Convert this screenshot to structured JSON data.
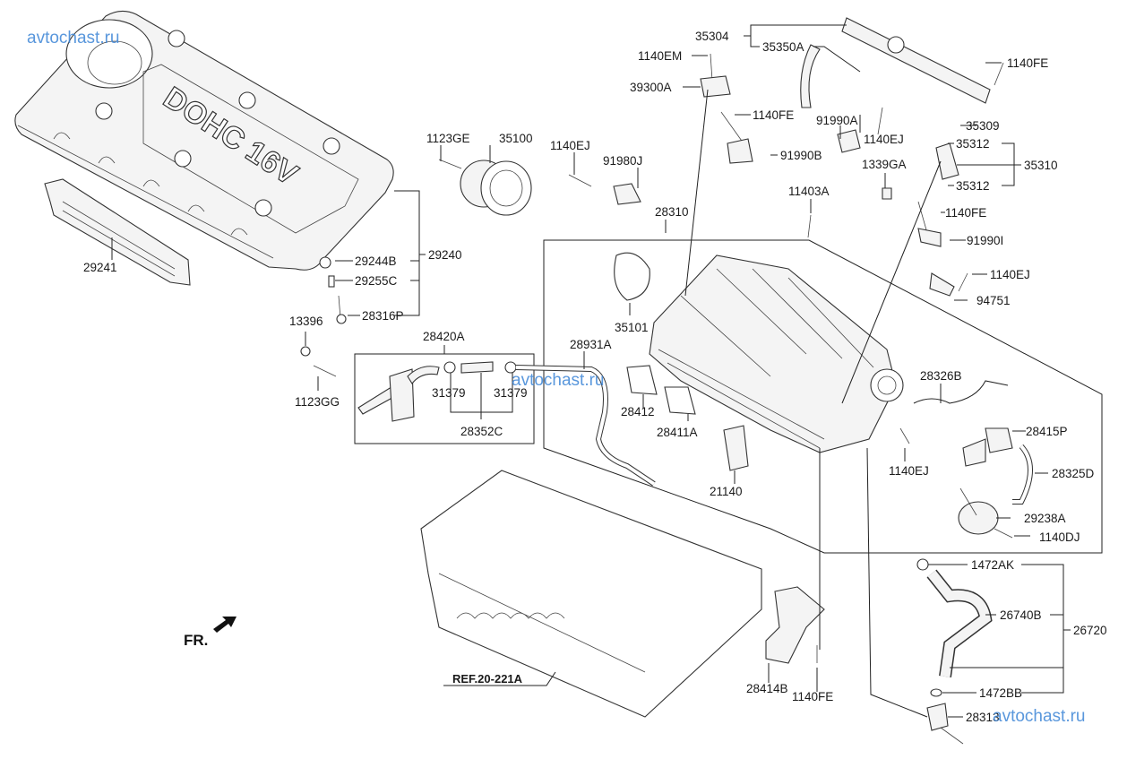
{
  "watermark": "avtochast.ru",
  "cover_text": "DOHC 16V",
  "direction_label": "FR.",
  "reference_label": "REF.20-221A",
  "parts": {
    "p29241": "29241",
    "p29240": "29240",
    "p29244B": "29244B",
    "p29255C": "29255C",
    "p28316P": "28316P",
    "p13396": "13396",
    "p1123GG": "1123GG",
    "p28420A": "28420A",
    "p31379a": "31379",
    "p31379b": "31379",
    "p28352C": "28352C",
    "p1123GE": "1123GE",
    "p35100": "35100",
    "p1140EJ_a": "1140EJ",
    "p91980J": "91980J",
    "p28310": "28310",
    "p35101": "35101",
    "p28931A": "28931A",
    "p28412": "28412",
    "p28411A": "28411A",
    "p21140": "21140",
    "p1140EM": "1140EM",
    "p39300A": "39300A",
    "p35304": "35304",
    "p35350A": "35350A",
    "p1140FE_a": "1140FE",
    "p1140FE_b": "1140FE",
    "p91990A": "91990A",
    "p1140EJ_b": "1140EJ",
    "p91990B": "91990B",
    "p1339GA": "1339GA",
    "p11403A": "11403A",
    "p35309": "35309",
    "p35312a": "35312",
    "p35310": "35310",
    "p35312b": "35312",
    "p1140FE_c": "1140FE",
    "p91990I": "91990I",
    "p1140EJ_c": "1140EJ",
    "p94751": "94751",
    "p28326B": "28326B",
    "p28415P": "28415P",
    "p1140EJ_d": "1140EJ",
    "p28325D": "28325D",
    "p29238A": "29238A",
    "p1140DJ": "1140DJ",
    "p1472AK": "1472AK",
    "p26740B": "26740B",
    "p26720": "26720",
    "p1472BB": "1472BB",
    "p28313": "28313",
    "p28414B": "28414B",
    "p1140FE_d": "1140FE"
  }
}
